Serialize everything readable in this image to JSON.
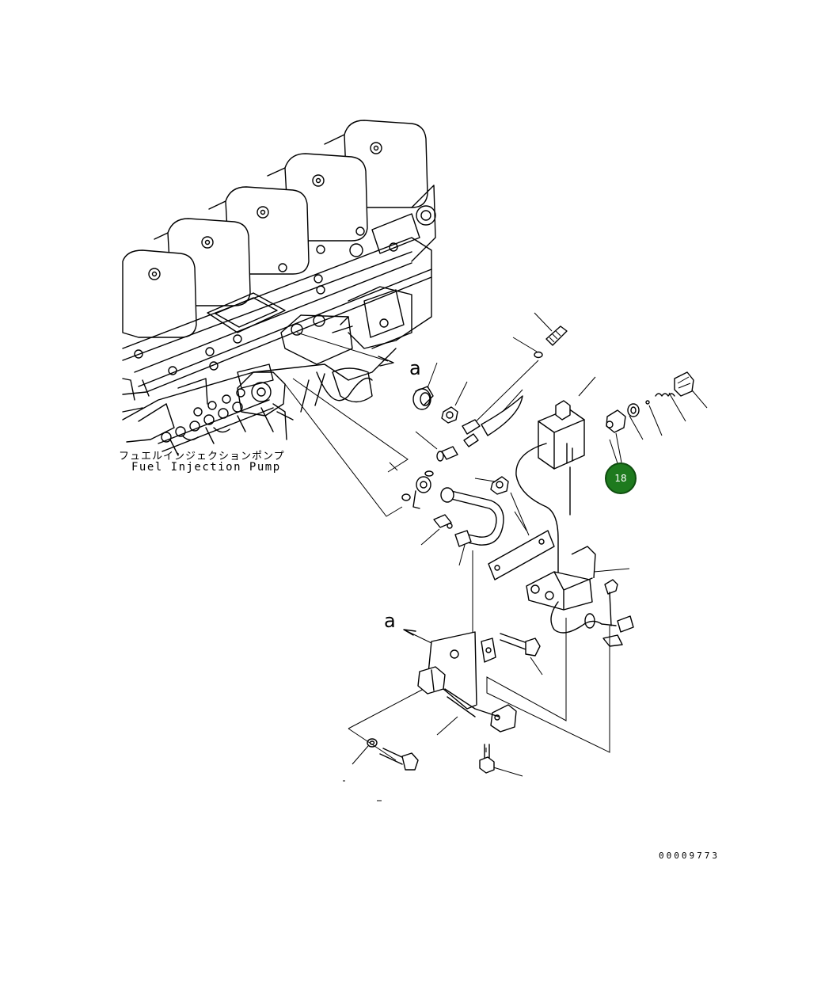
{
  "labels": {
    "pump_jp": "フュエルインジェクションポンプ",
    "pump_en": "Fuel Injection Pump",
    "view_ref_1": "a",
    "view_ref_2": "a"
  },
  "callout": {
    "number": "18",
    "color": "#1e7a1e"
  },
  "drawing_number": "00009773"
}
